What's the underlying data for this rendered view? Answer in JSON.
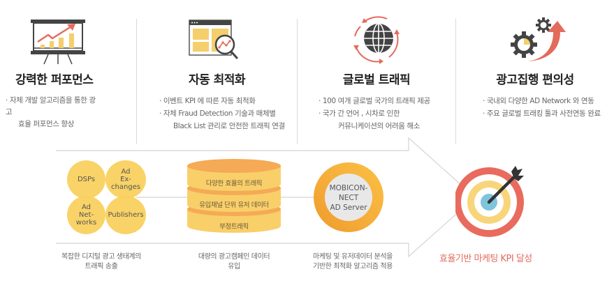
{
  "features": [
    {
      "icon": "presentation-chart-icon",
      "title": "강력한 퍼포먼스",
      "desc": [
        "· 자체 개발 알고리즘을 통한 광",
        "고",
        "효율 퍼포먼스 향상"
      ]
    },
    {
      "icon": "dashboard-magnifier-icon",
      "title": "자동 최적화",
      "desc": [
        "· 이벤트  KPI  에 따른 자동 최적화",
        "· 자체  Fraud Detection  기술과  매체별",
        "Black List  관리로 안전한 트래픽 연결"
      ]
    },
    {
      "icon": "globe-refresh-icon",
      "title": "글로벌 트래픽",
      "desc": [
        "· 100 여개 글로벌 국가의 트래픽 제공",
        "·  국가 간 언어 ,  시차로 인한",
        "커뮤니케이션의 어려움 해소"
      ]
    },
    {
      "icon": "gears-growth-icon",
      "title": "광고집행 편의성",
      "desc": [
        "·  국내외 다양한  AD Network 와 연동",
        "·  주요 글로벌 트래킹 툴과 사전연동 완료"
      ]
    }
  ],
  "flow": {
    "ecosystem": {
      "bubbles": [
        "DSPs",
        "Ad Ex- changes",
        "Ad Net- works",
        "Publishers"
      ],
      "caption": [
        "복잡한 디지털 광고 생태계의",
        "트래픽 송출"
      ]
    },
    "database": {
      "layers": [
        "다양한 효율의 트래픽",
        "유입채널 단위 유저 데이터",
        "부정트래픽"
      ],
      "caption": [
        "대량의 광고캠페인 데이터",
        "유입"
      ]
    },
    "ad_server": {
      "label": [
        "MOBICON-",
        "NECT",
        "AD Server"
      ],
      "caption": [
        "마케팅 및 유저데이터 분석을",
        "기반한 최적화  알고리즘 적용"
      ]
    },
    "result": {
      "icon": "target-arrow-icon",
      "caption": "효율기반 마케팅  KPI  달성"
    }
  },
  "colors": {
    "accent_red": "#e36b5c",
    "accent_yellow": "#f9cf5a",
    "accent_orange": "#f5a93a",
    "icon_dark": "#444444",
    "target_blue": "#7ec4dc",
    "divider": "#d9d9d9"
  }
}
